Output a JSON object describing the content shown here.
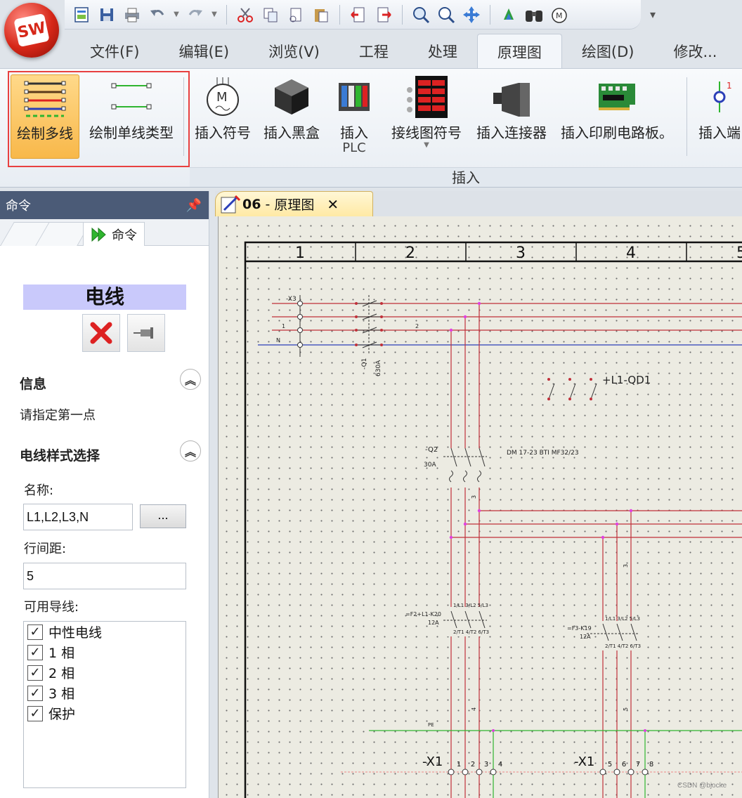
{
  "app": {
    "logo_text": "SW"
  },
  "quick_access": {
    "icons": [
      "new-doc-icon",
      "save-icon",
      "print-icon",
      "undo-icon",
      "redo-icon",
      "cut-icon",
      "copy-icon",
      "paste-special-icon",
      "paste-icon",
      "import-icon",
      "export-icon",
      "zoom-fit-icon",
      "zoom-icon",
      "pan-icon",
      "refresh-icon",
      "binoculars-icon",
      "motor-icon"
    ]
  },
  "menu": {
    "tabs": [
      {
        "label": "文件(F)"
      },
      {
        "label": "编辑(E)"
      },
      {
        "label": "浏览(V)"
      },
      {
        "label": "工程"
      },
      {
        "label": "处理"
      },
      {
        "label": "原理图"
      },
      {
        "label": "绘图(D)"
      },
      {
        "label": "修改..."
      }
    ],
    "active": "原理图"
  },
  "ribbon": {
    "buttons": {
      "draw_multi": "绘制多线",
      "draw_single": "绘制单线类型",
      "insert_symbol": "插入符号",
      "insert_blackbox": "插入黑盒",
      "insert_plc": "插入",
      "insert_plc_sub": "PLC",
      "wiring_symbol": "接线图符号",
      "insert_connector": "插入连接器",
      "insert_pcb": "插入印刷电路板。",
      "insert_terminal": "插入端"
    },
    "group_label": "插入"
  },
  "panel": {
    "header": "命令",
    "tab_label": "命令",
    "title": "电线",
    "info_heading": "信息",
    "info_text": "请指定第一点",
    "style_heading": "电线样式选择",
    "name_label": "名称:",
    "name_value": "L1,L2,L3,N",
    "browse_label": "...",
    "spacing_label": "行间距:",
    "spacing_value": "5",
    "wires_label": "可用导线:",
    "wires": [
      {
        "label": "中性电线",
        "checked": true
      },
      {
        "label": "1 相",
        "checked": true
      },
      {
        "label": "2 相",
        "checked": true
      },
      {
        "label": "3 相",
        "checked": true
      },
      {
        "label": "保护",
        "checked": true
      }
    ]
  },
  "document": {
    "tab_number": "06",
    "tab_title": "原理图",
    "close_label": "✕"
  },
  "schematic": {
    "columns": [
      "1",
      "2",
      "3",
      "4",
      "5"
    ],
    "labels": {
      "x3": "-X3",
      "q1": "-Q1",
      "q1_rating": "630A",
      "n": "N",
      "one": "1",
      "two": "2",
      "qd1": "+L1-QD1",
      "q2": "-Q2",
      "q2_rating": "30A",
      "q2_model": "DM 17-23 BTI MF32/23",
      "k20": "=F2+L1-K20",
      "k20_rating": "12A",
      "k19": "=F3-K19",
      "k19_rating": "12A",
      "contacts_top": "1/L1 3/L2 5/L3",
      "contacts_bot": "2/T1 4/T2 6/T3",
      "pe": "PE",
      "x1a": "-X1",
      "x1b": "-X1",
      "n3": "3",
      "n4": "4",
      "n5": "5"
    },
    "terminals_a": [
      "1",
      "2",
      "3",
      "4"
    ],
    "terminals_b": [
      "5",
      "6",
      "7",
      "8"
    ],
    "colors": {
      "red": "#c0303a",
      "blue": "#2b3fb8",
      "green": "#2fb52f",
      "pink_node": "#e040e0"
    }
  },
  "watermark": "CSDN @bjocke"
}
